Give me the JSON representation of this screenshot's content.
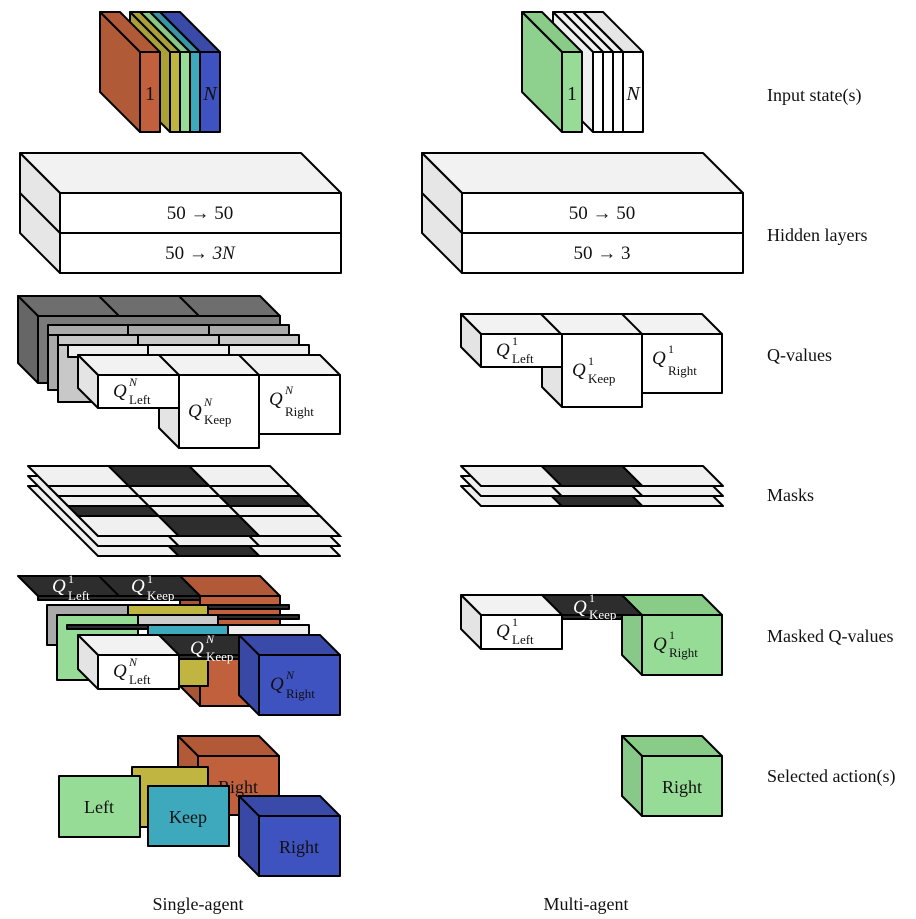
{
  "row_labels": {
    "input": "Input state(s)",
    "hidden": "Hidden layers",
    "qvalues": "Q-values",
    "masks": "Masks",
    "masked": "Masked Q-values",
    "selected": "Selected action(s)"
  },
  "column_labels": {
    "single": "Single-agent",
    "multi": "Multi-agent"
  },
  "input": {
    "first_index": "1",
    "last_index": "N"
  },
  "single_agent": {
    "hidden_layers": [
      {
        "from": "50",
        "arrow": "→",
        "to": "50"
      },
      {
        "from": "50",
        "arrow": "→",
        "to": "3N"
      }
    ],
    "q_symbol": "Q",
    "q_super_first": "1",
    "q_super_last": "N",
    "actions": [
      "Left",
      "Keep",
      "Right"
    ],
    "selected_actions": [
      "Left",
      "Keep",
      "Right",
      "Right"
    ]
  },
  "multi_agent": {
    "hidden_layers": [
      {
        "from": "50",
        "arrow": "→",
        "to": "50"
      },
      {
        "from": "50",
        "arrow": "→",
        "to": "3"
      }
    ],
    "q_symbol": "Q",
    "q_super": "1",
    "actions": [
      "Left",
      "Keep",
      "Right"
    ],
    "selected_action": "Right"
  },
  "colors": {
    "agent1": "#c0603c",
    "agent2": "#c0b540",
    "agent3": "#96dc96",
    "agent4": "#3ea8bc",
    "agentN": "#3e52c0",
    "mask_on": "#2d2d2d",
    "mask_off": "#f0f0f0"
  }
}
